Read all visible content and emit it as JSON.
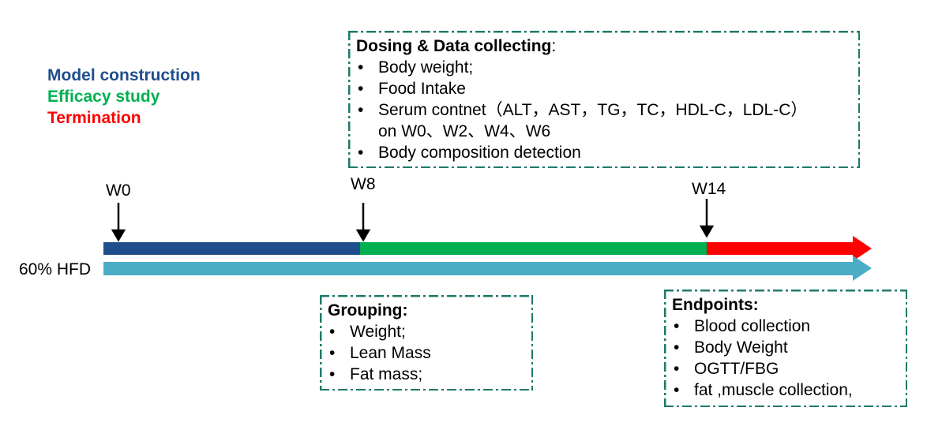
{
  "legend": [
    {
      "label": "Model construction",
      "color": "#1f4e8c"
    },
    {
      "label": "Efficacy study",
      "color": "#00b050"
    },
    {
      "label": "Termination",
      "color": "#ff0000"
    }
  ],
  "dosing_box": {
    "title": "Dosing & Data collecting",
    "title_suffix": ":",
    "items": [
      "Body weight;",
      "Food Intake",
      "Serum contnet（ALT，AST，TG，TC，HDL-C，LDL-C）",
      "Body composition detection"
    ],
    "continuation": "on W0、W2、W4、W6"
  },
  "weeks": [
    "W0",
    "W8",
    "W14"
  ],
  "diet_label": "60% HFD",
  "grouping_box": {
    "title": "Grouping:",
    "items": [
      "Weight;",
      "Lean Mass",
      "Fat mass;"
    ]
  },
  "endpoints_box": {
    "title": "Endpoints:",
    "items": [
      "Blood collection",
      "Body Weight",
      "OGTT/FBG",
      "fat ,muscle collection,"
    ]
  },
  "colors": {
    "diet_bar": "#4bacc6",
    "box_border": "#1f7a6b"
  }
}
